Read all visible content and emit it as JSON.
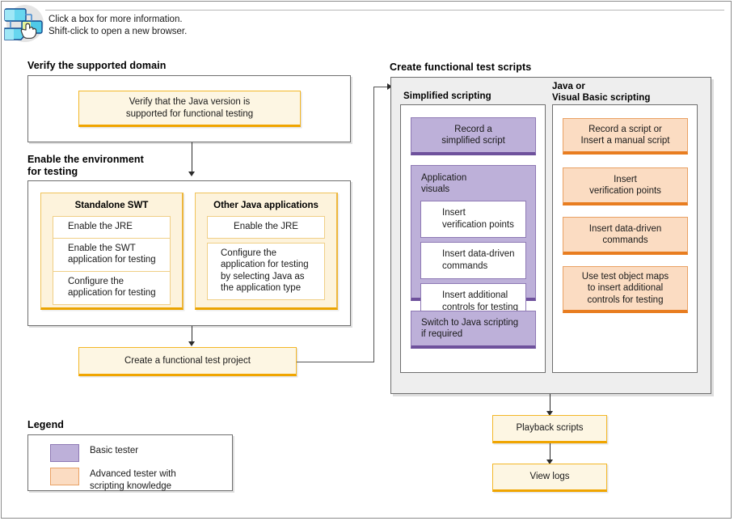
{
  "header": {
    "icon": "flowchart-cursor-icon",
    "line1": "Click a box for more information.",
    "line2": "Shift-click to open a new browser."
  },
  "sections": {
    "verify": {
      "title": "Verify the supported domain",
      "node": "Verify that the Java version is\nsupported for functional testing"
    },
    "enable": {
      "title_line1": "Enable the environment",
      "title_line2": "for testing",
      "groups": [
        {
          "title": "Standalone SWT",
          "items": [
            "Enable the JRE",
            "Enable the SWT\napplication for testing",
            "Configure the\napplication for testing"
          ]
        },
        {
          "title": "Other Java applications",
          "items": [
            "Enable the JRE",
            "Configure the\napplication for testing\nby selecting Java as\nthe application type"
          ]
        }
      ]
    },
    "project": {
      "node": "Create a functional test project"
    },
    "scripts": {
      "title": "Create functional test scripts",
      "simplified": {
        "title": "Simplified scripting",
        "record": "Record a\nsimplified script",
        "visuals_label": "Application\nvisuals",
        "visuals_items": [
          "Insert\nverification points",
          "Insert data-driven\ncommands",
          "Insert additional\ncontrols for testing"
        ],
        "switch": "Switch to Java scripting\nif required"
      },
      "java_vb": {
        "title_line1": "Java or",
        "title_line2": "Visual Basic scripting",
        "items": [
          "Record a script or\nInsert a manual script",
          "Insert\nverification points",
          "Insert data-driven\ncommands",
          "Use test object maps\nto insert additional\ncontrols for testing"
        ]
      }
    },
    "playback": {
      "node": "Playback scripts"
    },
    "logs": {
      "node": "View logs"
    }
  },
  "legend": {
    "title": "Legend",
    "items": [
      {
        "swatch": "purple",
        "label": "Basic tester"
      },
      {
        "swatch": "orange",
        "label": "Advanced tester with\nscripting knowledge"
      }
    ]
  },
  "colors": {
    "cream_fill": "#fdf6e3",
    "cream_border": "#f3b728",
    "purple_fill": "#bdb0d9",
    "purple_border": "#8e79b4",
    "orange_fill": "#fbdcc2",
    "orange_border": "#e9a164",
    "panel_gray": "#eeeeee",
    "frame": "#6e6e6e"
  }
}
